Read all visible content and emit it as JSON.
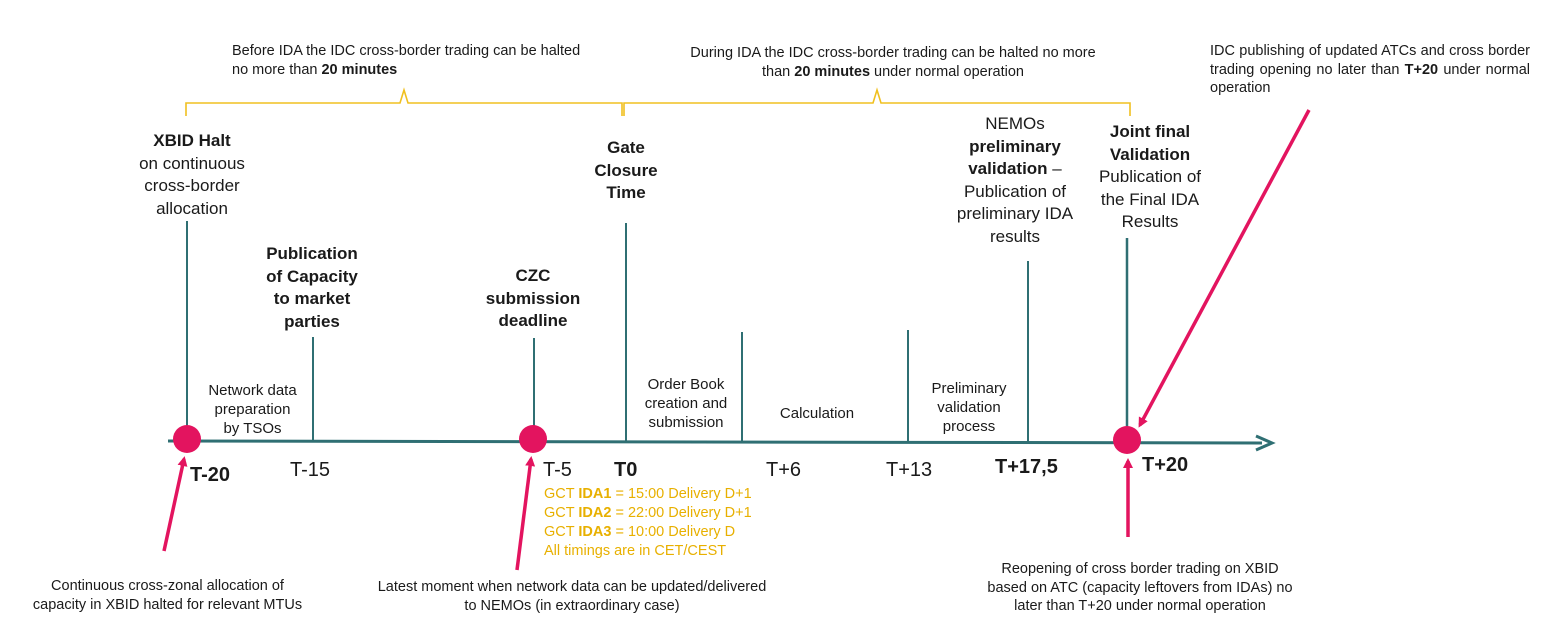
{
  "colors": {
    "axis": "#2f6f73",
    "marker": "#e3145f",
    "brace": "#f0c020",
    "gct_text": "#e8b000"
  },
  "top_notes": {
    "before": {
      "text": "Before IDA the IDC cross-border trading can be halted no more than ",
      "bold": "20 minutes"
    },
    "during": {
      "line1": "During IDA the IDC cross-border trading can be halted no more",
      "line2_pre": "than ",
      "bold": "20 minutes",
      "line2_post": " under normal operation"
    },
    "publishing": {
      "text": "IDC publishing of updated ATCs and cross border trading opening no later than ",
      "bold": "T+20",
      "tail": " under normal operation"
    }
  },
  "milestones": {
    "xbid_halt": {
      "title": "XBID Halt",
      "line1": "on continuous",
      "line2": "cross-border",
      "line3": "allocation"
    },
    "publication_capacity": {
      "line1": "Publication",
      "line2": "of Capacity",
      "line3": "to market",
      "line4": "parties"
    },
    "czc": {
      "line1": "CZC",
      "line2": "submission",
      "line3": "deadline"
    },
    "gct": {
      "line1": "Gate",
      "line2": "Closure",
      "line3": "Time"
    },
    "nemos": {
      "line1": "NEMOs",
      "line2": "preliminary",
      "line3_bold": "validation",
      "line3_rest": " –",
      "line4": "Publication of",
      "line5": "preliminary IDA",
      "line6": "results"
    },
    "joint": {
      "line1": "Joint final",
      "line2": "Validation",
      "line3": "Publication of",
      "line4": "the Final IDA",
      "line5": "Results"
    }
  },
  "phases": {
    "network": {
      "line1": "Network data",
      "line2": "preparation",
      "line3": "by TSOs"
    },
    "order_book": {
      "line1": "Order Book",
      "line2": "creation and",
      "line3": "submission"
    },
    "calculation": {
      "text": "Calculation"
    },
    "preliminary": {
      "line1": "Preliminary",
      "line2": "validation",
      "line3": "process"
    }
  },
  "ticks": {
    "t_minus_20": "T-20",
    "t_minus_15": "T-15",
    "t_minus_5": "T-5",
    "t0": "T0",
    "t_plus_6": "T+6",
    "t_plus_13": "T+13",
    "t_plus_17_5": "T+17,5",
    "t_plus_20": "T+20"
  },
  "gct_info": [
    {
      "pre": "GCT ",
      "bold": "IDA1",
      "post": " = 15:00 Delivery D+1"
    },
    {
      "pre": "GCT ",
      "bold": "IDA2",
      "post": " = 22:00 Delivery D+1"
    },
    {
      "pre": "GCT ",
      "bold": "IDA3",
      "post": " = 10:00 Delivery D"
    },
    {
      "pre": "All timings are in CET/CEST",
      "bold": "",
      "post": ""
    }
  ],
  "bottom_notes": {
    "continuous": {
      "line1": "Continuous cross-zonal allocation of",
      "line2": "capacity in XBID halted for relevant MTUs"
    },
    "latest": {
      "line1": "Latest moment when network data can be updated/delivered",
      "line2": "to NEMOs (in extraordinary case)"
    },
    "reopening": {
      "line1": "Reopening of cross border trading on XBID",
      "line2": "based on ATC (capacity leftovers from IDAs) no",
      "line3": "later than T+20 under normal operation"
    }
  }
}
